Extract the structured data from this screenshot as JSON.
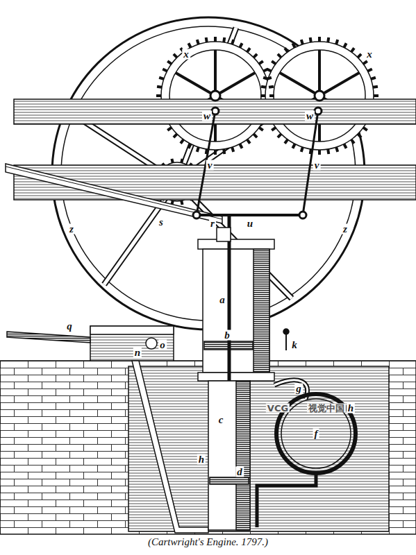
{
  "diagram": {
    "caption": "(Cartwright's Engine. 1797.)",
    "labels": [
      "x",
      "x",
      "w",
      "w",
      "v",
      "v",
      "u",
      "z",
      "z",
      "s",
      "r",
      "a",
      "b",
      "k",
      "o",
      "q",
      "n",
      "h",
      "c",
      "d",
      "g",
      "h",
      "f",
      "VCG",
      "视觉中国"
    ]
  }
}
